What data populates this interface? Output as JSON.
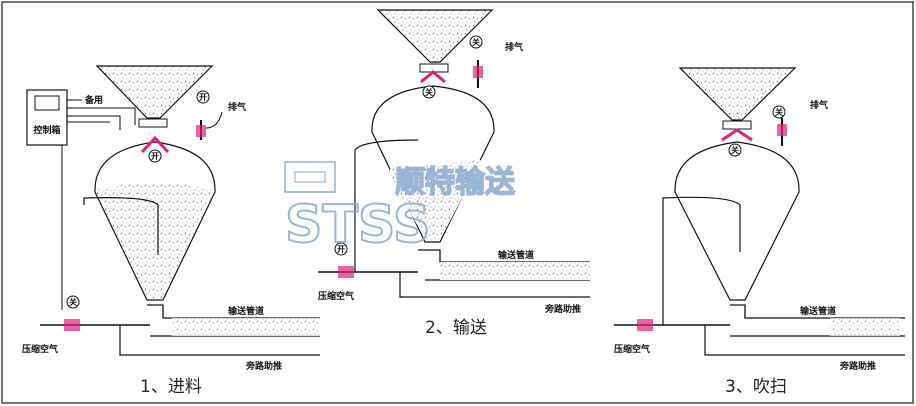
{
  "panels": [
    {
      "caption": "1、进料",
      "control_box": "控制箱",
      "spare": "备用",
      "exhaust": "排气",
      "compressed_air": "压缩空气",
      "pipe": "输送管道",
      "bypass": "旁路助推",
      "valve_open": "开",
      "valve_close": "关"
    },
    {
      "caption": "2、输送",
      "exhaust": "排气",
      "compressed_air": "压缩空气",
      "pipe": "输送管道",
      "bypass": "旁路助推",
      "valve_open": "开",
      "valve_close": "关"
    },
    {
      "caption": "3、吹扫",
      "exhaust": "排气",
      "compressed_air": "压缩空气",
      "pipe": "输送管道",
      "bypass": "旁路助推",
      "valve_close": "关"
    }
  ],
  "watermark": {
    "brand_cn": "顺特输送",
    "brand_en": "STSS"
  },
  "colors": {
    "line": "#1a1a1a",
    "valve": "#e0207a",
    "watermark": "#8aa9cf",
    "frame": "#444444"
  }
}
